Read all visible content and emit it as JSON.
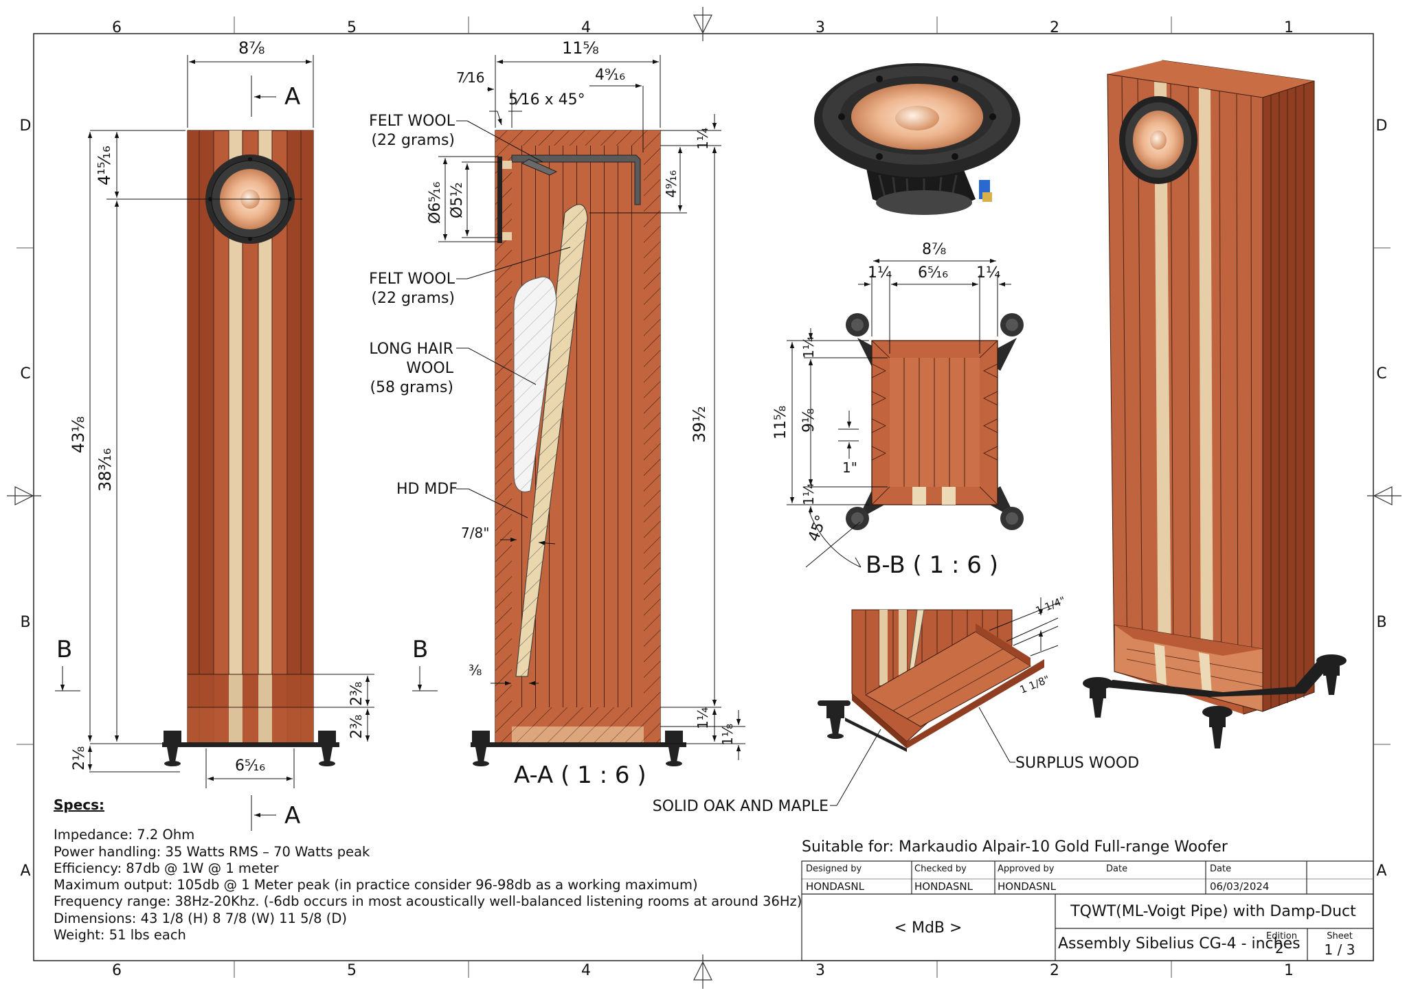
{
  "border": {
    "columns": [
      "6",
      "5",
      "4",
      "3",
      "2",
      "1"
    ],
    "rows": [
      "D",
      "C",
      "B",
      "A"
    ]
  },
  "front_view": {
    "width_dim": "8⅞",
    "driver_center_dim": "4¹⁵⁄₁₆",
    "total_height_dim": "43⅛",
    "cabinet_height_dim": "38³⁄₁₆",
    "base_band_dim_1": "2⅜",
    "base_band_dim_2": "2⅜",
    "foot_height_dim": "2⅛",
    "foot_spacing_dim": "6⁵⁄₁₆",
    "section_a_top": "A",
    "section_a_bottom": "A",
    "section_b": "B"
  },
  "section_aa": {
    "depth_dim": "11⅝",
    "wall_dim": "7⁄16",
    "chamfer_dim": "5⁄16 x 45°",
    "duct_dim": "4⁹⁄₁₆",
    "top_dim": "1¼",
    "baffle_drop_dim": "4⁹⁄₁₆",
    "outer_dia_dim": "Ø6⁵⁄₁₆",
    "inner_dia_dim": "Ø5½",
    "height_dim": "39½",
    "bottom_dim_1": "1¼",
    "bottom_dim_2": "1⅛",
    "board_thickness": "7/8\"",
    "tip_dim": "⅜",
    "felt_wool_1": [
      "FELT WOOL",
      "(22 grams)"
    ],
    "felt_wool_2": [
      "FELT WOOL",
      "(22 grams)"
    ],
    "long_hair_wool": [
      "LONG HAIR",
      "WOOL",
      "(58 grams)"
    ],
    "hd_mdf": "HD MDF",
    "section_b": "B",
    "title": "A-A ( 1 : 6 )"
  },
  "section_bb": {
    "width_dim": "8⅞",
    "wall_left": "1¼",
    "inner_width": "6⁵⁄₁₆",
    "wall_right": "1¼",
    "depth_dim": "11⅝",
    "inner_depth": "9⅛",
    "wall_top": "1¼",
    "wall_bottom": "1¼",
    "slot_dim": "1\"",
    "angle_dim": "45°",
    "title": "B-B ( 1 : 6 )"
  },
  "detail_view": {
    "dim_upper": "1 1/4\"",
    "dim_lower": "1 1/8\"",
    "surplus_wood": "SURPLUS WOOD",
    "solid_oak": "SOLID OAK AND MAPLE"
  },
  "specs": {
    "heading": "Specs:",
    "lines": [
      "Impedance: 7.2 Ohm",
      "Power handling: 35 Watts RMS – 70 Watts peak",
      "Efficiency: 87db @ 1W @ 1 meter",
      "Maximum output: 105db @ 1 Meter peak (in practice consider 96-98db as a working maximum)",
      "Frequency range: 38Hz-20Khz. (-6db occurs in most acoustically well-balanced listening rooms at around 36Hz)",
      "Dimensions: 43 1/8 (H) 8 7/8 (W) 11 5/8 (D)",
      "Weight: 51 lbs each"
    ]
  },
  "title_block": {
    "suitable_for": "Suitable for: Markaudio Alpair-10 Gold Full-range Woofer",
    "designed_by_label": "Designed by",
    "designed_by": "HONDASNL",
    "checked_by_label": "Checked by",
    "checked_by": "HONDASNL",
    "approved_by_label": "Approved by",
    "approved_by": "HONDASNL",
    "date_label_1": "Date",
    "date_label_2": "Date",
    "date": "06/03/2024",
    "company": "< MdB >",
    "title": "TQWT(ML-Voigt Pipe) with Damp-Duct",
    "subtitle": "Assembly Sibelius CG-4 - inches",
    "edition_label": "Edition",
    "edition": "2",
    "sheet_label": "Sheet",
    "sheet": "1 / 3"
  },
  "colors": {
    "wood": "#c0643f",
    "wood_dark": "#8f3e22",
    "maple": "#e8d3ae",
    "steel": "#2b2b2b",
    "cone": "#f0c8a6"
  }
}
